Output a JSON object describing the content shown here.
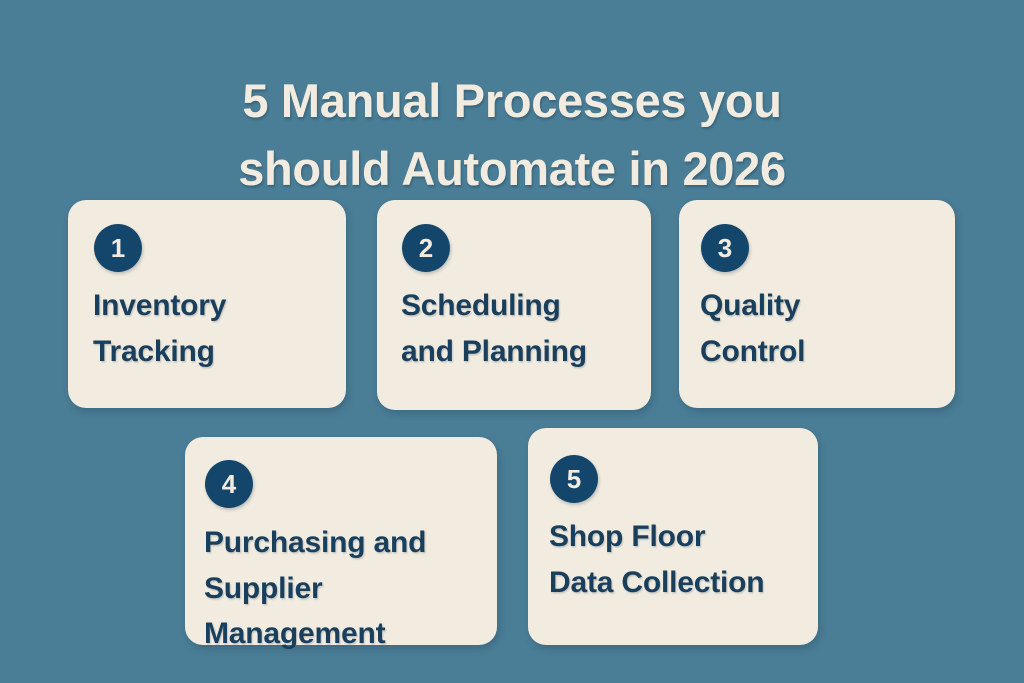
{
  "background_color": "#4a7d96",
  "card_color": "#f2ece0",
  "accent_color": "#14466b",
  "text_color": "#1a3f5c",
  "headline": {
    "text": "5 Manual Processes you\nshould Automate in 2026"
  },
  "cards": [
    {
      "number": "1",
      "title": "Inventory\nTracking"
    },
    {
      "number": "2",
      "title": "Scheduling\nand Planning"
    },
    {
      "number": "3",
      "title": "Quality\nControl"
    },
    {
      "number": "4",
      "title": "Purchasing and\nSupplier\nManagement"
    },
    {
      "number": "5",
      "title": "Shop Floor\nData Collection"
    }
  ]
}
